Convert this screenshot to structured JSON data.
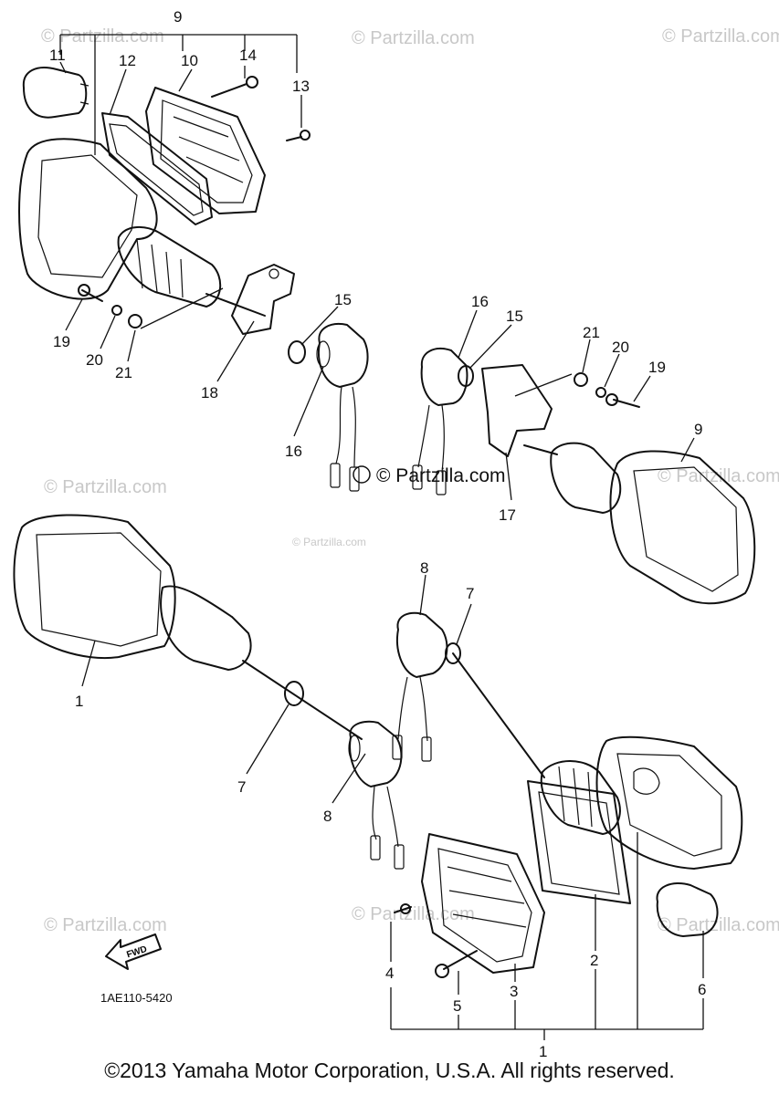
{
  "watermarks": [
    "© Partzilla.com",
    "© Partzilla.com",
    "© Partzilla.com",
    "© Partzilla.com",
    "© Partzilla.com",
    "© Partzilla.com",
    "© Partzilla.com",
    "© Partzilla.com",
    "© Partzilla.com"
  ],
  "center_watermark": "© Partzilla.com",
  "callouts": {
    "top": [
      "9",
      "11",
      "12",
      "10",
      "14",
      "13"
    ],
    "upper_left": [
      "19",
      "20",
      "21",
      "18",
      "15",
      "16"
    ],
    "upper_right": [
      "16",
      "15",
      "21",
      "20",
      "19",
      "9",
      "17"
    ],
    "lower_left": [
      "1",
      "7",
      "8"
    ],
    "lower_right": [
      "8",
      "7"
    ],
    "bottom": [
      "4",
      "5",
      "3",
      "2",
      "6",
      "1"
    ]
  },
  "fwd_label": "FWD",
  "diagram_code": "1AE110-5420",
  "copyright": "©2013 Yamaha Motor Corporation, U.S.A. All rights reserved."
}
